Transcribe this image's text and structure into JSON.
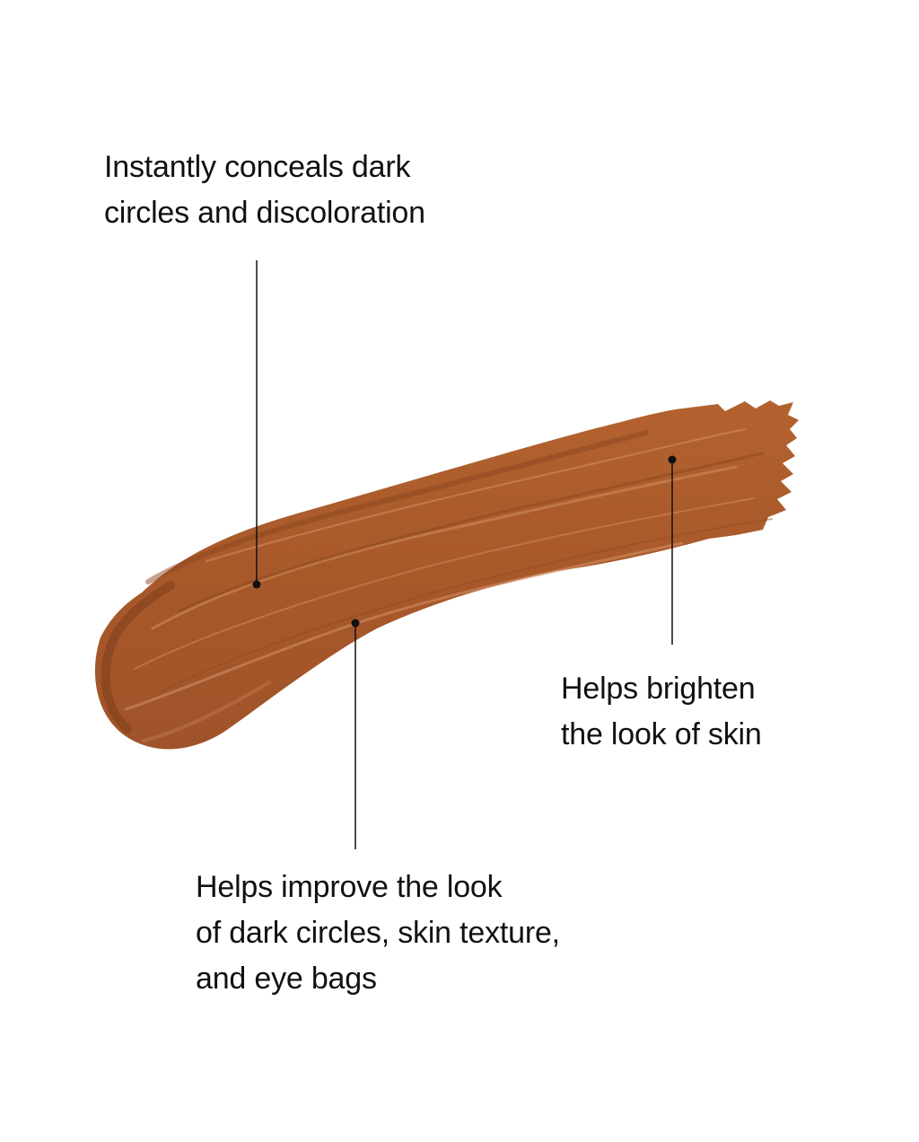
{
  "callouts": {
    "top": {
      "lines": [
        "Instantly conceals dark",
        "circles and discoloration"
      ]
    },
    "right": {
      "lines": [
        "Helps brighten",
        "the look of skin"
      ]
    },
    "bottom": {
      "lines": [
        "Helps improve the look",
        "of dark circles, skin texture,",
        "and eye bags"
      ]
    }
  },
  "swatch": {
    "base_color": "#A8592A",
    "highlight_color": "#C77A4A",
    "shadow_color": "#7E3E19"
  },
  "leader_color": "#111111"
}
